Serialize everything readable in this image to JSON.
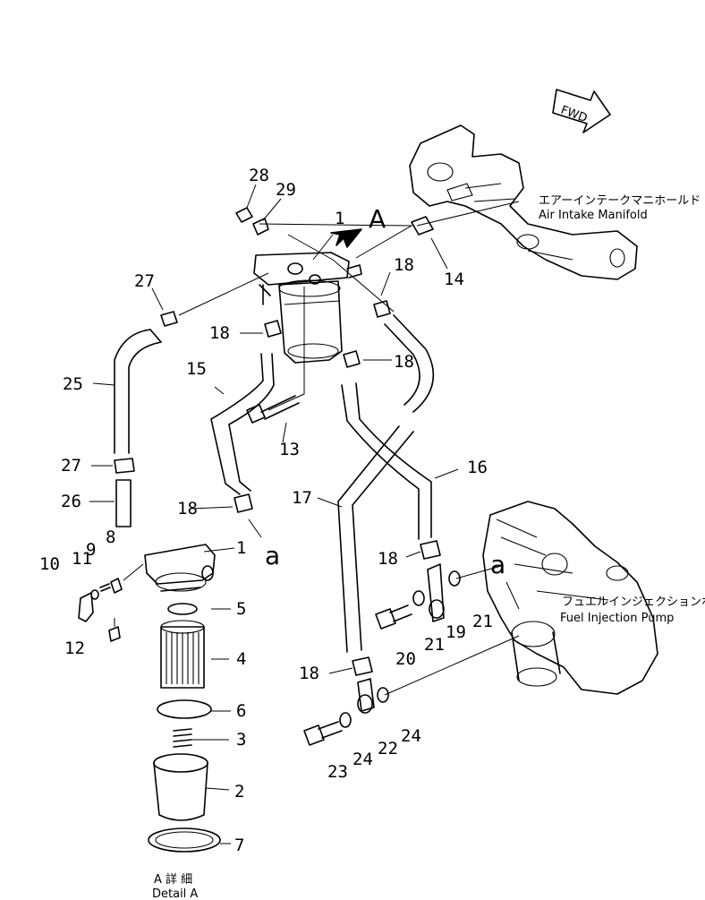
{
  "labels": {
    "p1": "1",
    "p1b": "1",
    "p2": "2",
    "p3": "3",
    "p4": "4",
    "p5": "5",
    "p6": "6",
    "p7": "7",
    "p8": "8",
    "p9": "9",
    "p10": "10",
    "p11": "11",
    "p12": "12",
    "p13": "13",
    "p14": "14",
    "p15": "15",
    "p16": "16",
    "p17": "17",
    "p18a": "18",
    "p18b": "18",
    "p18c": "18",
    "p18d": "18",
    "p18e": "18",
    "p18f": "18",
    "p19": "19",
    "p20": "20",
    "p21a": "21",
    "p21b": "21",
    "p22": "22",
    "p23": "23",
    "p24a": "24",
    "p24b": "24",
    "p25": "25",
    "p26": "26",
    "p27a": "27",
    "p27b": "27",
    "p28": "28",
    "p29": "29"
  },
  "callouts": {
    "view_a": "A",
    "ref_a_left": "a",
    "ref_a_right": "a",
    "fwd": "FWD"
  },
  "captions": {
    "manifold_jp": "エアーインテークマニホールド",
    "manifold_en": "Air Intake Manifold",
    "pump_jp": "フュエルインジェクションポンプ",
    "pump_en": "Fuel Injection Pump",
    "detail_jp": "A 詳 細",
    "detail_en": "Detail A"
  }
}
